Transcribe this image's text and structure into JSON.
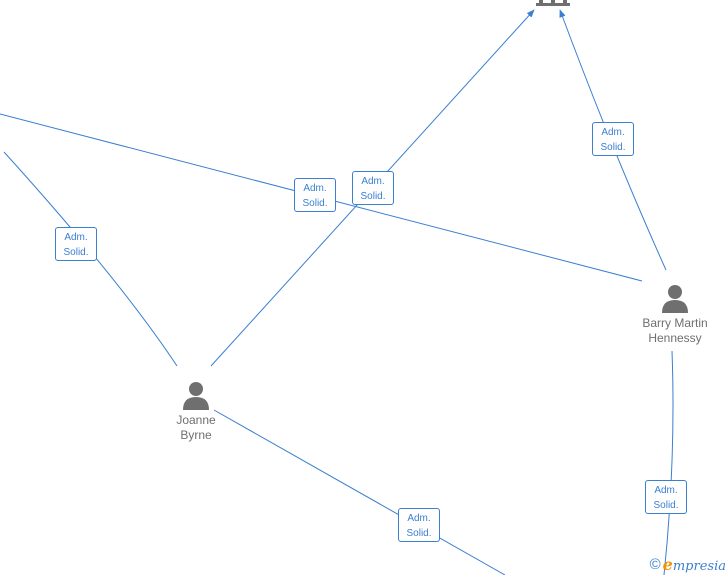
{
  "relation_label_line1": "Adm.",
  "relation_label_line2": "Solid.",
  "persons": [
    {
      "first": "Joanne",
      "last": "Byrne"
    },
    {
      "first": "Barry Martin",
      "last": "Hennessy"
    }
  ],
  "footer": {
    "copyright": "©",
    "brand_first": "e",
    "brand_rest": "mpresia"
  },
  "colors": {
    "edge": "#3b7fd0",
    "person_icon": "#6f6f6f",
    "brand_accent": "#f39200"
  }
}
